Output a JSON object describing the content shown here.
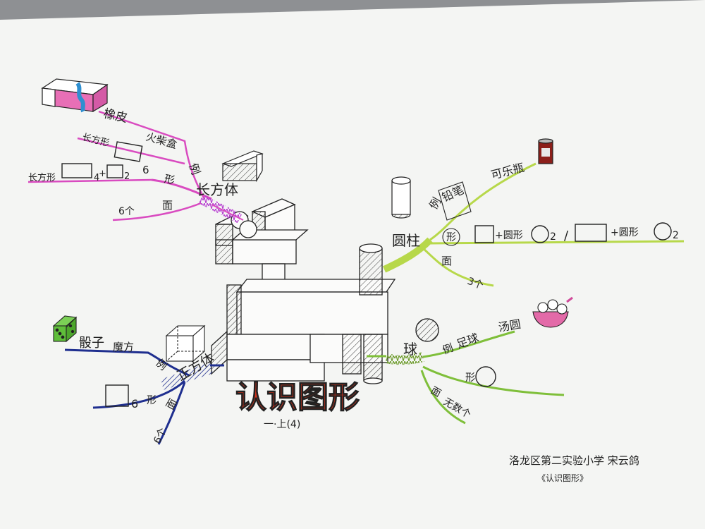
{
  "title": "认识图形",
  "grade": "一·上(4)",
  "author": {
    "school_name": "洛龙区第二实验小学 宋云鸽",
    "work_title": "《认识图形》"
  },
  "branches": {
    "cuboid": {
      "name": "长方体",
      "example_label": "例",
      "examples": [
        "橡皮",
        "火柴盒"
      ],
      "shape_label": "形",
      "shape_formula_1": "长方形",
      "shape_formula_1_count": "6",
      "shape_formula_2_prefix": "长方形",
      "shape_formula_2_count_a": "4",
      "shape_formula_2_count_b": "2",
      "face_label": "面",
      "face_count": "6个"
    },
    "cylinder": {
      "name": "圆柱",
      "example_label": "例",
      "examples": [
        "铅笔",
        "可乐瓶"
      ],
      "shape_label": "形",
      "shape_formula_1_mid": "+圆形",
      "shape_formula_1_count": "2",
      "shape_formula_2_mid": "+圆形",
      "shape_formula_2_count": "2",
      "face_label": "面",
      "face_count": "3个"
    },
    "sphere": {
      "name": "球",
      "example_label": "例",
      "examples": [
        "足球",
        "汤圆"
      ],
      "shape_label": "形",
      "face_label": "面",
      "face_count": "无数个"
    },
    "cube": {
      "name": "正方体",
      "example_label": "例",
      "examples": [
        "骰子",
        "魔方"
      ],
      "shape_label": "形",
      "shape_formula_count": "6",
      "face_label": "面",
      "face_count": "6个"
    }
  },
  "colors": {
    "paper": "#f4f5f3",
    "cuboid_branch": "#d94bc0",
    "cylinder_branch": "#b7d84a",
    "sphere_branch": "#7fbf3a",
    "cube_branch": "#1f2f8f",
    "title_red": "#d8331c",
    "ink": "#222222"
  }
}
